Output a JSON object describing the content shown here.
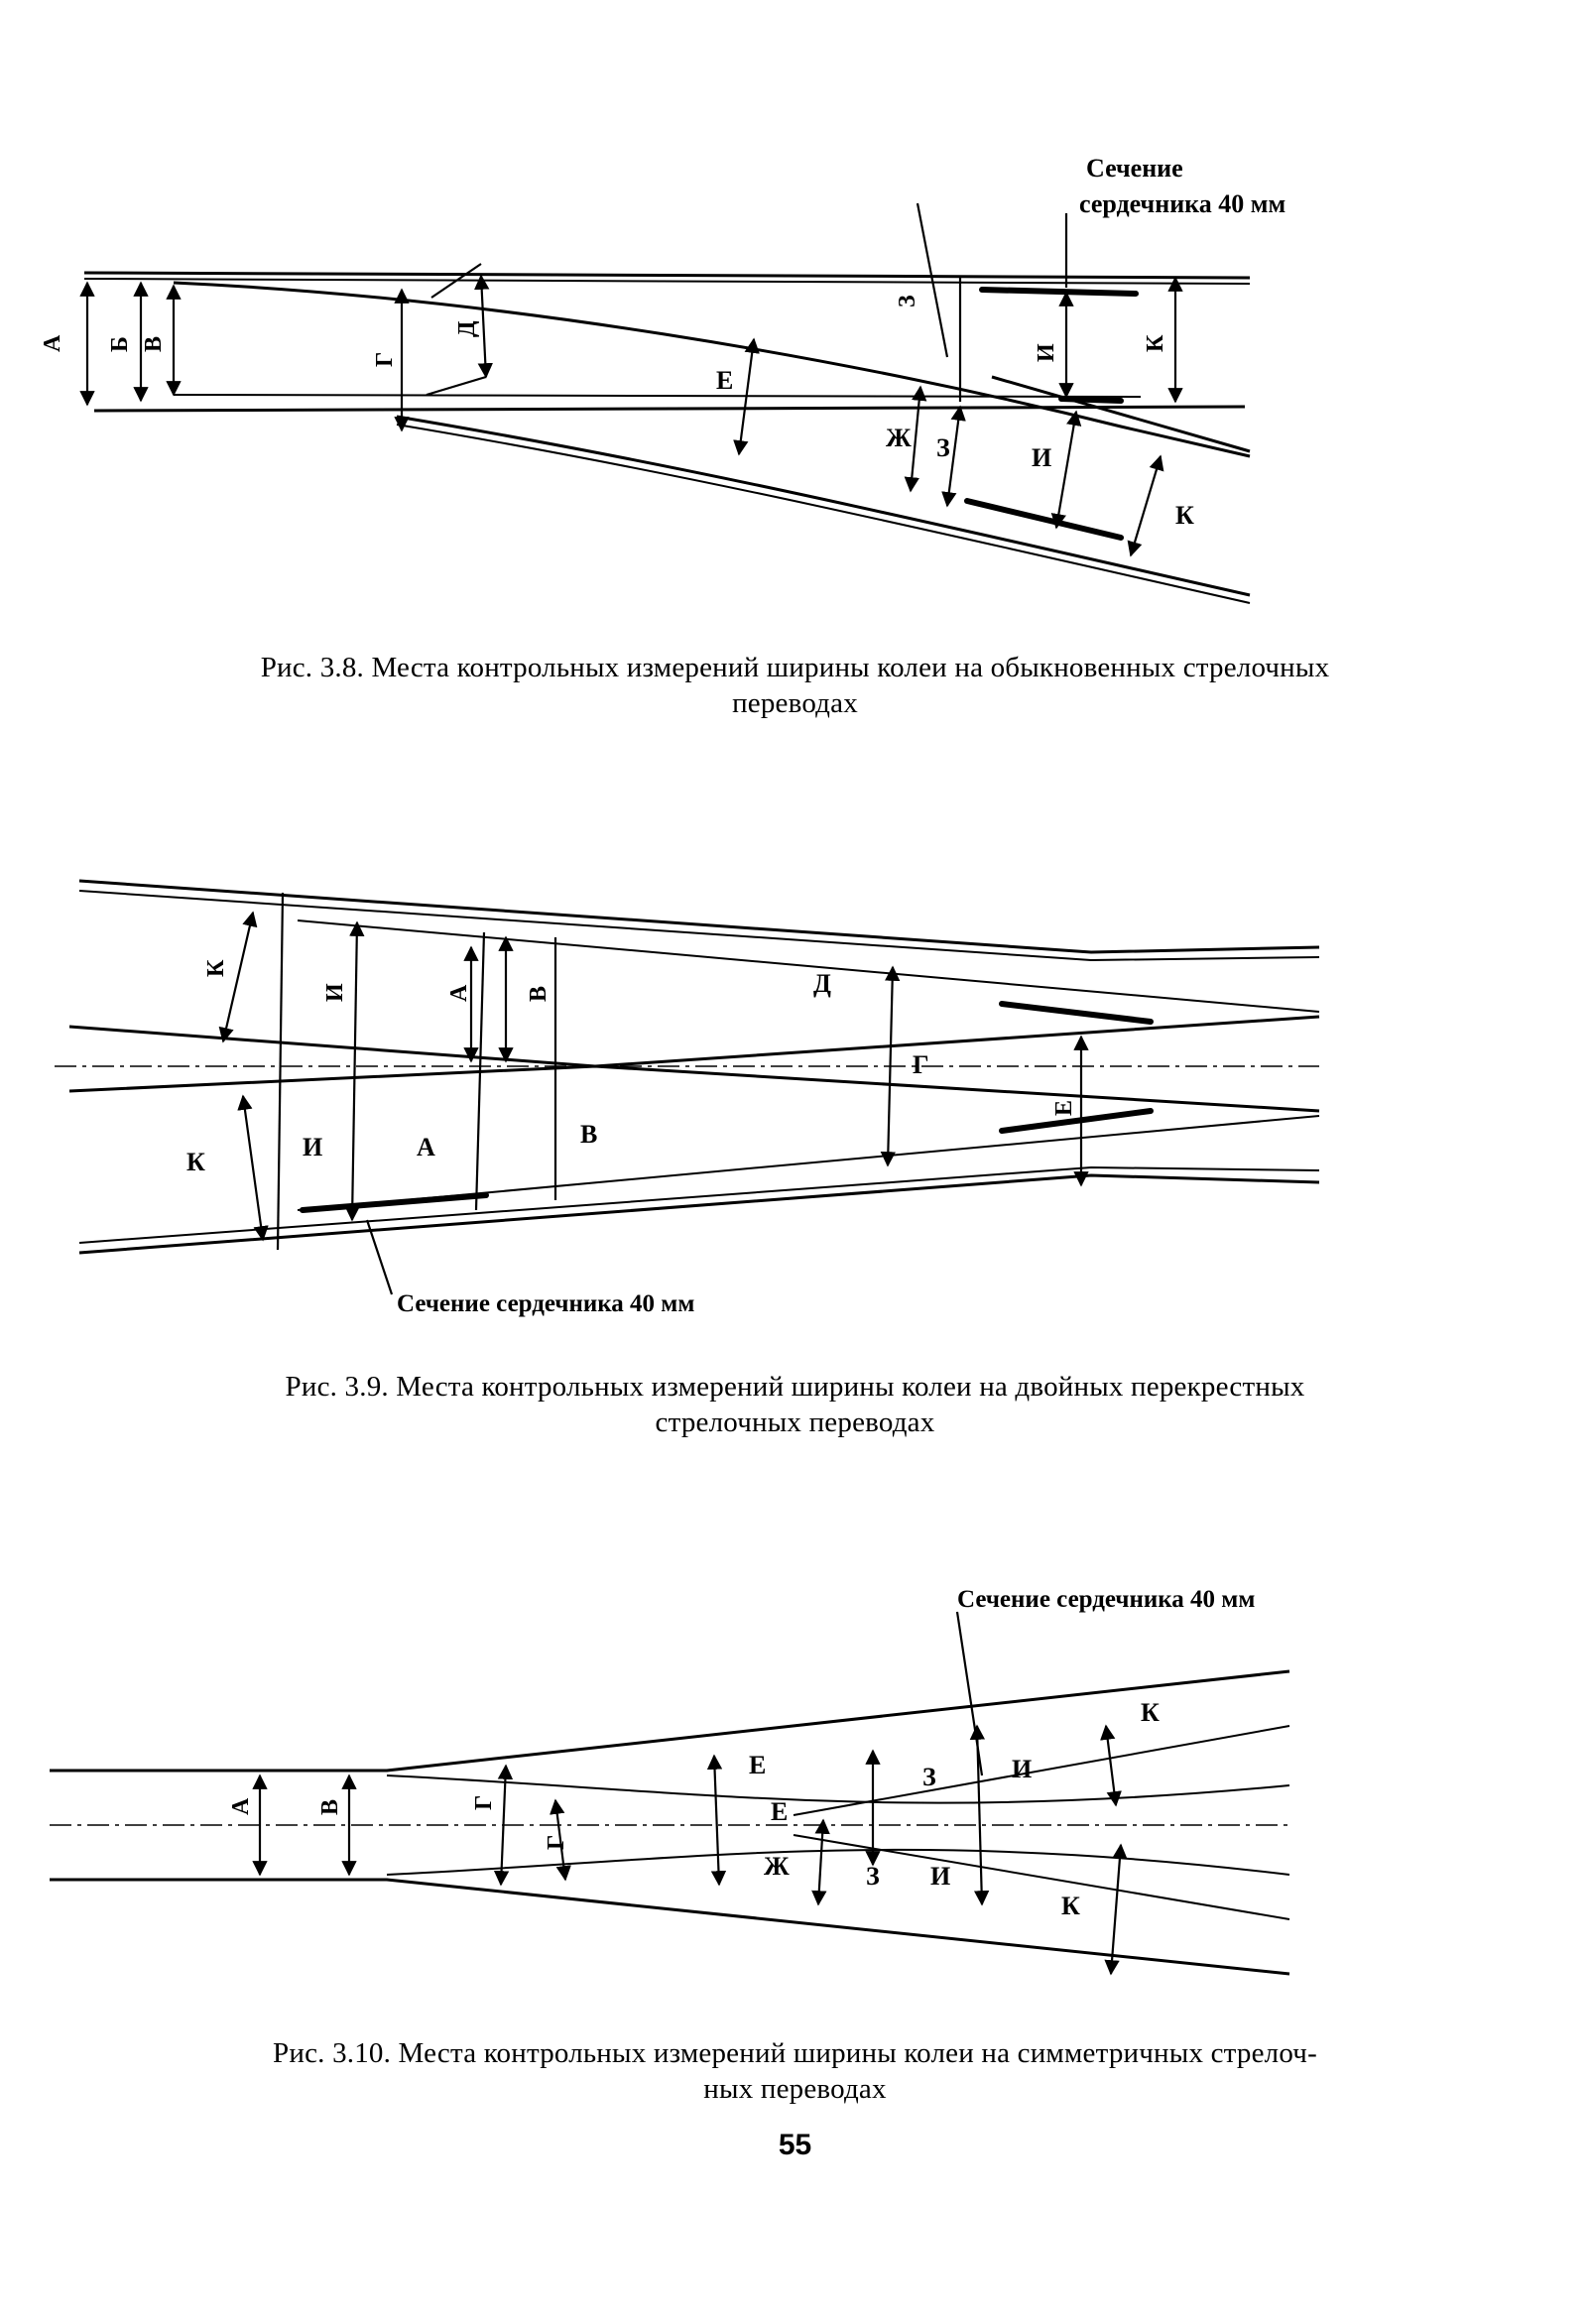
{
  "fig38": {
    "section_label_line1": "Сечение",
    "section_label_line2": "сердечника 40 мм",
    "labels": {
      "A": "А",
      "B": "Б",
      "V": "В",
      "G": "Г",
      "D": "Д",
      "E": "Е",
      "ZH": "Ж",
      "Z": "З",
      "Z2": "З",
      "I": "И",
      "I2": "И",
      "K": "К",
      "K2": "К"
    },
    "caption_line1": "Рис. 3.8. Места контрольных измерений ширины колеи на обыкновенных стрелочных",
    "caption_line2": "переводах"
  },
  "fig39": {
    "section_label": "Сечение сердечника 40 мм",
    "labels": {
      "K": "К",
      "I": "И",
      "A": "А",
      "V": "В",
      "D": "Д",
      "G": "Г",
      "E": "Е",
      "K2": "К",
      "I2": "И",
      "A2": "А",
      "V2": "В"
    },
    "caption_line1": "Рис. 3.9. Места контрольных измерений ширины колеи на двойных перекрестных",
    "caption_line2": "стрелочных переводах"
  },
  "fig310": {
    "section_label": "Сечение сердечника 40 мм",
    "labels": {
      "A": "А",
      "V": "В",
      "G": "Г",
      "G2": "Г",
      "E": "Е",
      "E2": "Е",
      "ZH": "Ж",
      "Z": "З",
      "Z2": "З",
      "I": "И",
      "I2": "И",
      "K": "К",
      "K2": "К"
    },
    "caption_line1": "Рис. 3.10. Места контрольных измерений ширины колеи на симметричных стрелоч-",
    "caption_line2": "ных переводах"
  },
  "page_number": "55"
}
